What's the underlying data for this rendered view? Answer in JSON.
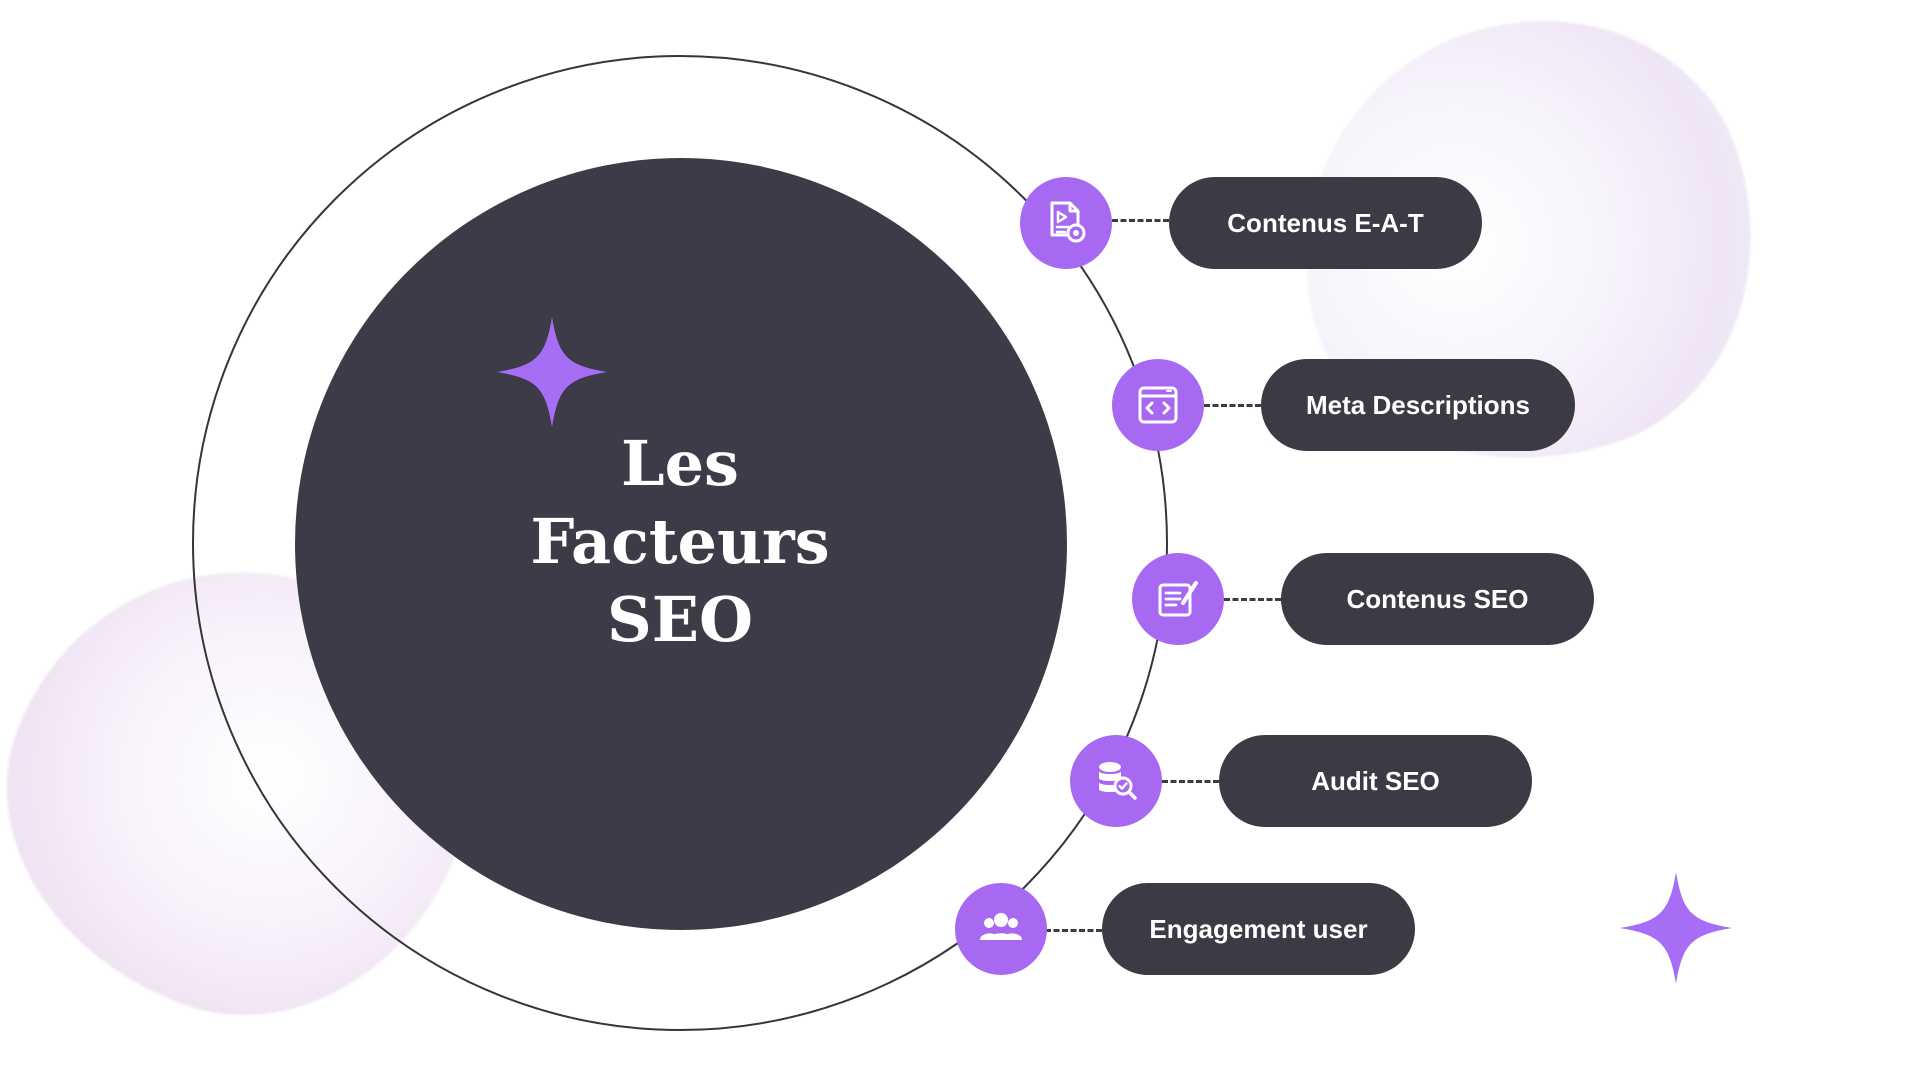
{
  "diagram": {
    "title": "Les\nFacteurs\nSEO",
    "accent_color": "#a769f1",
    "dark_color": "#3b3a45",
    "items": [
      {
        "label": "Contenus E-A-T",
        "icon": "document-settings-icon"
      },
      {
        "label": "Meta Descriptions",
        "icon": "code-window-icon"
      },
      {
        "label": "Contenus SEO",
        "icon": "edit-document-icon"
      },
      {
        "label": "Audit SEO",
        "icon": "database-search-icon"
      },
      {
        "label": "Engagement user",
        "icon": "users-icon"
      }
    ]
  }
}
